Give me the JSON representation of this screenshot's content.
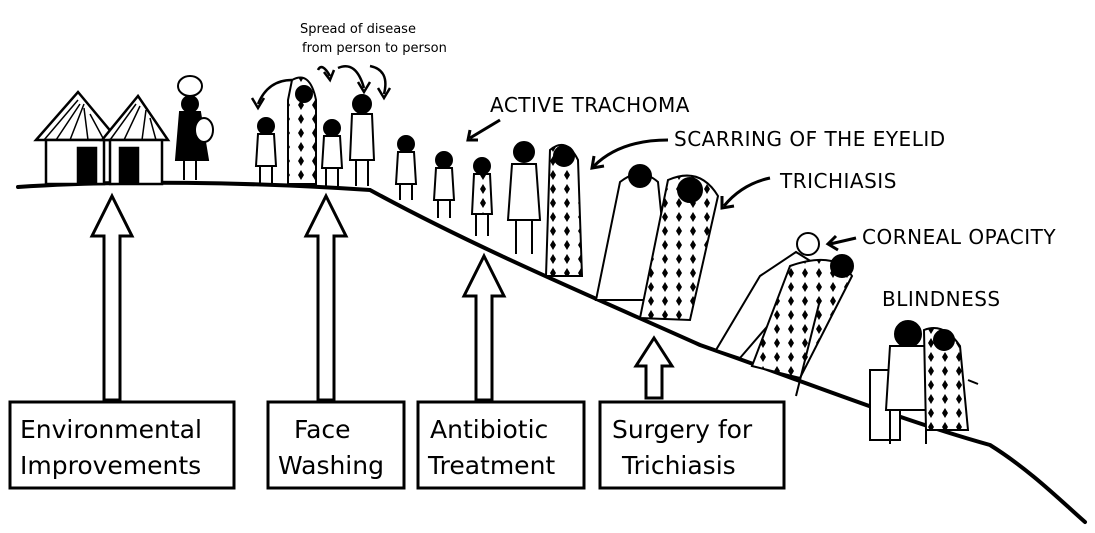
{
  "stages": {
    "spread": [
      "Spread of disease",
      "from person to person"
    ],
    "active_trachoma": "ACTIVE TRACHOMA",
    "scarring": "SCARRING OF THE EYELID",
    "trichiasis": "TRICHIASIS",
    "corneal_opacity": "CORNEAL OPACITY",
    "blindness": "BLINDNESS"
  },
  "interventions": [
    {
      "line1": "Environmental",
      "line2": "Improvements"
    },
    {
      "line1": "Face",
      "line2": "Washing"
    },
    {
      "line1": "Antibiotic",
      "line2": "Treatment"
    },
    {
      "line1": "Surgery for",
      "line2": "Trichiasis"
    }
  ]
}
